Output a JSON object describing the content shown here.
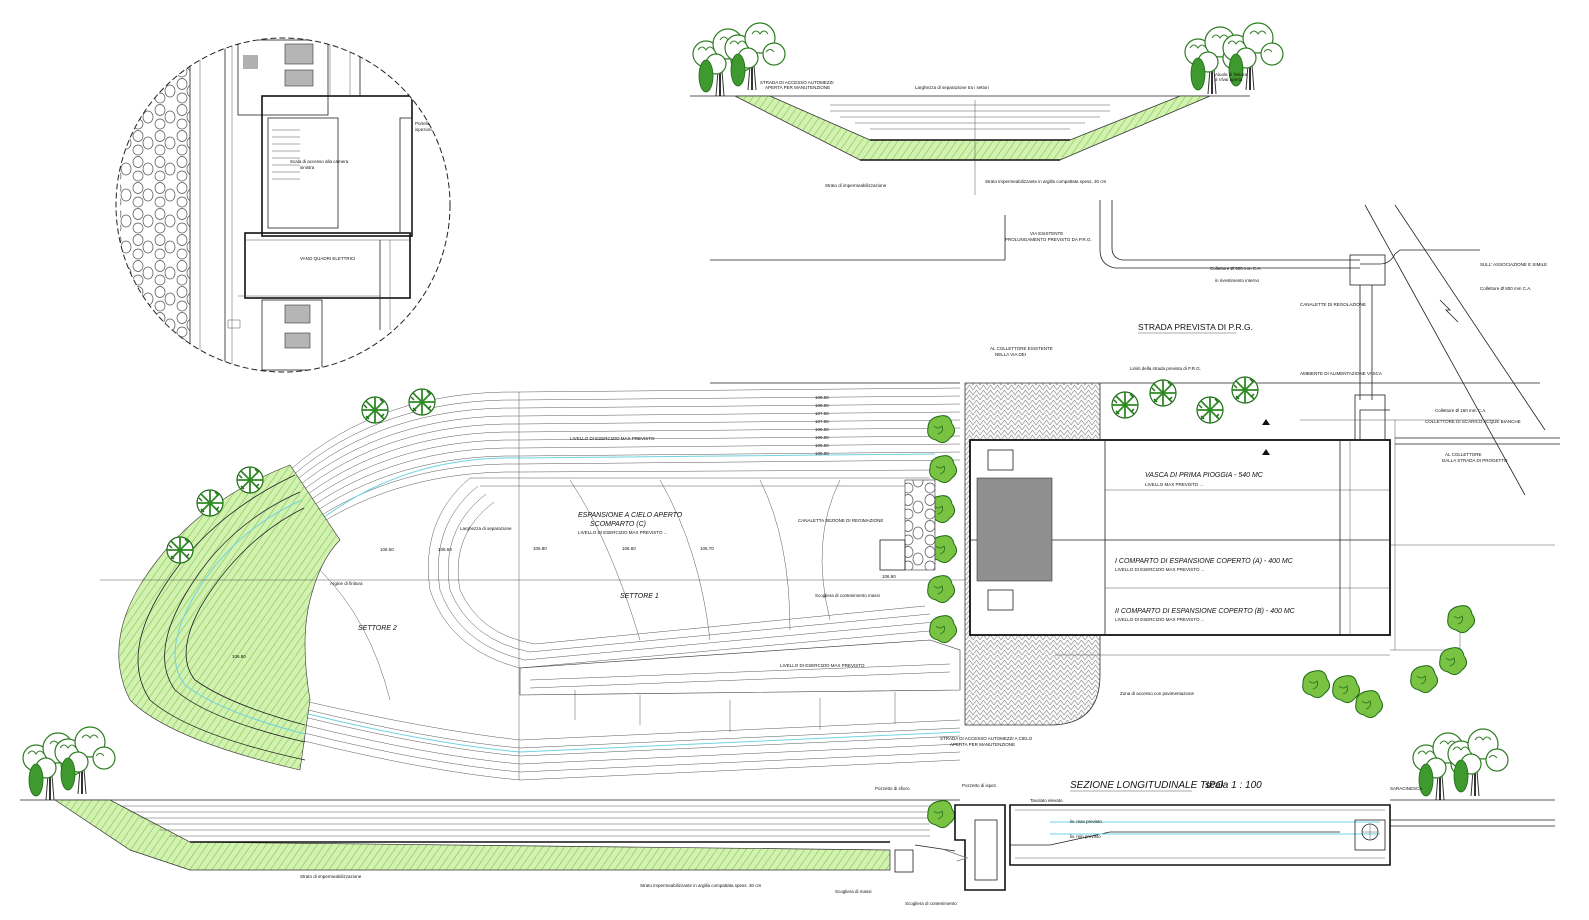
{
  "palette": {
    "green_fill": "#c6ec9f",
    "green_hatch": "#79c942",
    "tree_dark": "#1e6b17",
    "tree_mid": "#4da83a",
    "paving_hatch": "#8a8a8a",
    "dark_block": "#8f8f8f",
    "water_line": "#6fd3e0",
    "ink": "#111111"
  },
  "plan_labels": {
    "strada_prevista": "STRADA PREVISTA DI P.R.G.",
    "vasca_prima_pioggia": "VASCA DI PRIMA PIOGGIA - 540 MC",
    "compartimento_a": "I  COMPARTO DI ESPANSIONE COPERTO (A) - 400 MC",
    "compartimento_b": "II  COMPARTO DI ESPANSIONE COPERTO (B) - 400 MC",
    "espansione_cielo_aperto": "ESPANSIONE A CIELO APERTO",
    "scomparto_c": "SCOMPARTO (C)",
    "settore_1": "SETTORE 1",
    "settore_2": "SETTORE 2"
  },
  "section_labels": {
    "sezione_title": "SEZIONE  LONGITUDINALE TIPO",
    "scala": "scala 1 : 100"
  },
  "contour_levels": [
    "108.50",
    "108.00",
    "107.50",
    "107.00",
    "106.50",
    "106.00",
    "105.50",
    "105.00"
  ],
  "spot_levels": [
    "106.50",
    "106.60",
    "106.80",
    "106.60",
    "106.70",
    "106.90",
    "106.90"
  ],
  "icons": {
    "tree": "tree-icon",
    "shrub": "shrub-icon",
    "north_arrow": "flow-arrow-icon"
  }
}
